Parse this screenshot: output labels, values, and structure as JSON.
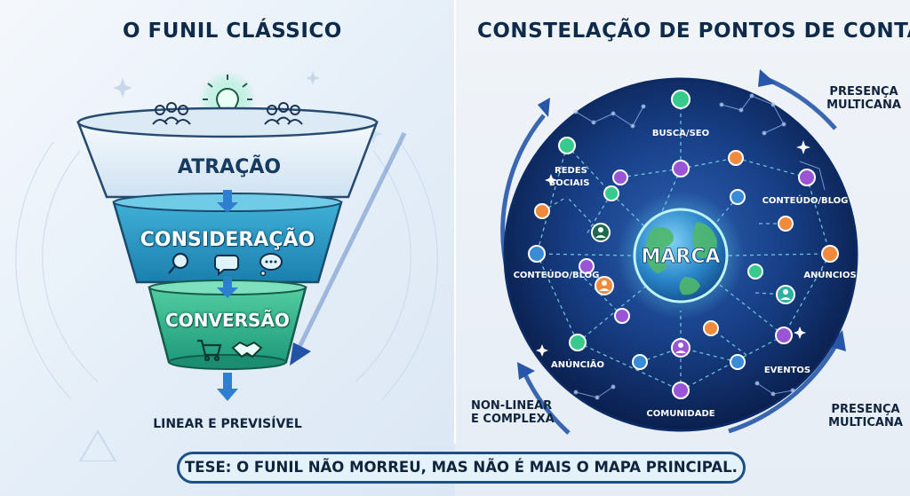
{
  "left_panel": {
    "title": "O FUNIL CLÁSSICO",
    "stages": [
      "ATRAÇÃO",
      "CONSIDERAÇÃO",
      "CONVERSÃO"
    ],
    "caption": "LINEAR E PREVISÍVEL"
  },
  "right_panel": {
    "title": "CONSTELAÇÃO DE PONTOS DE CONTATO",
    "center": "MARCA",
    "nodes": {
      "busca": "BUSCA/SEO",
      "redes_line1": "REDES",
      "redes_line2": "SOCIAIS",
      "conteudo_right": "CONTEÚDO/BLOG",
      "conteudo_left": "CONTEÚDO/BLOG",
      "anuncios": "ANÚNCIOS",
      "anuncio": "ANÚNCIÃO",
      "eventos": "EVENTOS",
      "comunidade": "COMUNIDADE"
    },
    "side_labels": {
      "top_right_1": "PRESENÇA",
      "top_right_2": "MULTICANA",
      "bottom_right_1": "PRESENÇA",
      "bottom_right_2": "MULTICANA",
      "bottom_left_1": "NON-LINEAR",
      "bottom_left_2": "E COMPLEXA"
    }
  },
  "thesis": "TESE: O FUNIL NÃO MORREU, MAS NÃO É MAIS O MAPA PRINCIPAL.",
  "colors": {
    "navy": "#0f2b4c",
    "funnel_top": "#eaf3fb",
    "funnel_mid": "#2b9bc4",
    "funnel_bottom": "#3fbf95",
    "constellation_bg": "#0b2456",
    "accent_blue": "#2a6db5"
  },
  "icons": [
    "lightbulb-icon",
    "people-group-icon",
    "magnifier-icon",
    "chat-bubble-icon",
    "thinking-bubble-icon",
    "shopping-cart-icon",
    "handshake-icon",
    "globe-icon",
    "person-icon"
  ]
}
